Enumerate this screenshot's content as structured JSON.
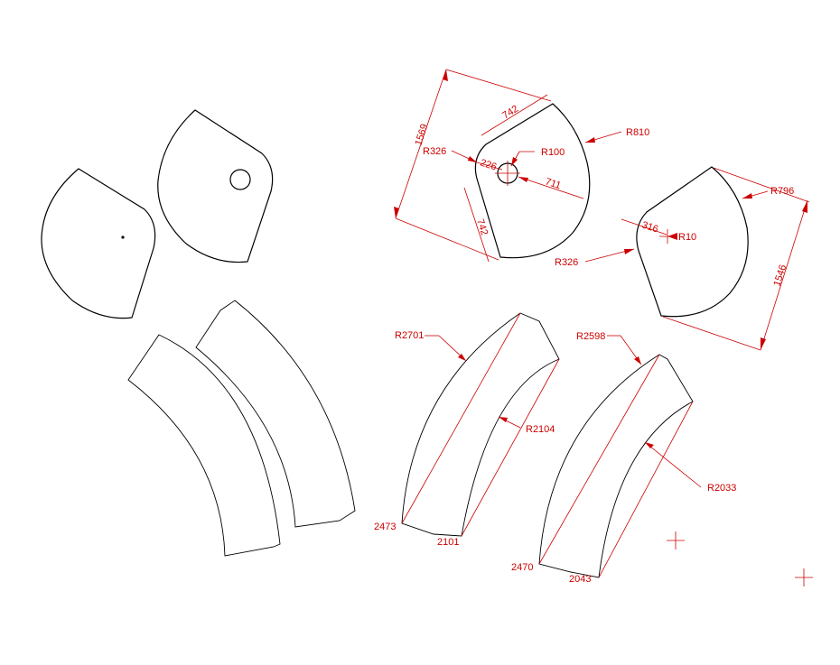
{
  "colors": {
    "background": "#ffffff",
    "outline": "#000000",
    "dimension": "#cc0000"
  },
  "drawing": {
    "fan_shape_right": {
      "overall": "1569",
      "chord_top": "742",
      "chord_bottom": "742",
      "fillet_width": "226",
      "hole_offset": "711",
      "outer_radius": "R810",
      "fillet_radius": "R326",
      "hole_radius": "R100"
    },
    "fan_shape_second": {
      "overall": "1546",
      "fillet_width": "316",
      "outer_radius": "R796",
      "fillet_radius": "R326",
      "center_mark_radius": "R10"
    },
    "arc_piece_one": {
      "outer_radius": "R2701",
      "inner_radius": "R2104",
      "outer_chord": "2473",
      "inner_chord": "2101"
    },
    "arc_piece_two": {
      "outer_radius": "R2598",
      "inner_radius": "R2033",
      "outer_chord": "2470",
      "inner_chord": "2043"
    }
  }
}
